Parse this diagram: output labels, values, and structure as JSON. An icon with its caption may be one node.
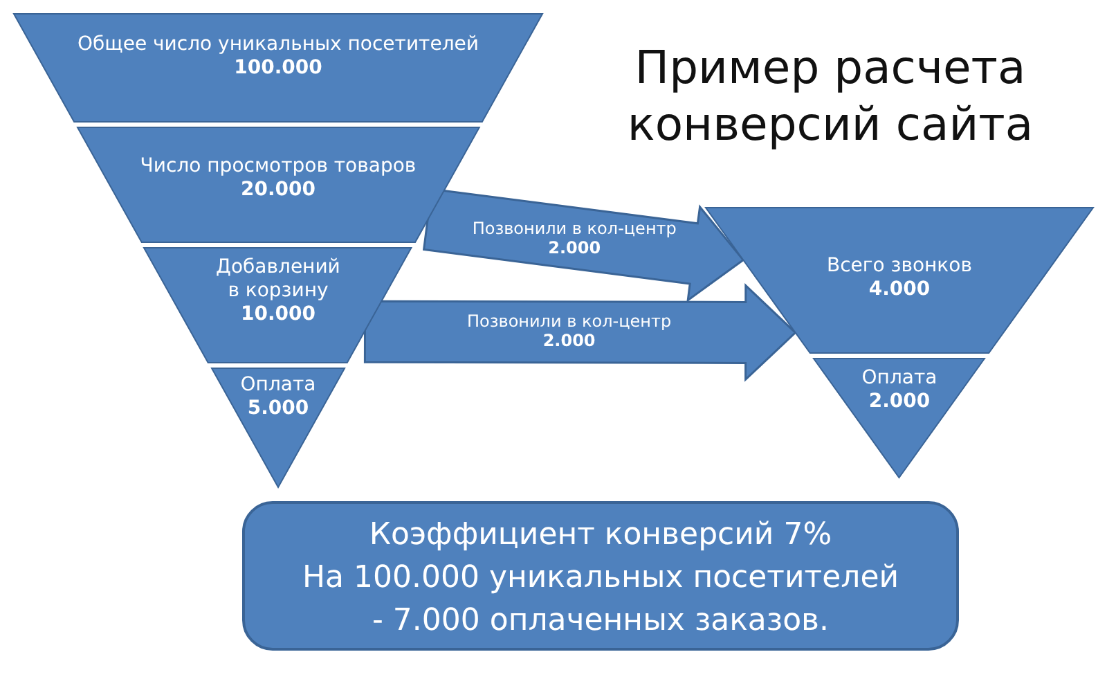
{
  "diagram": {
    "title": "Пример расчета конверсий сайта",
    "nodes": [
      {
        "text": [
          "Общее число уникальных посетителей",
          "100.000"
        ]
      },
      {
        "text": [
          "Число просмотров товаров",
          "20.000"
        ]
      },
      {
        "text": [
          "Добавлений в корзину",
          "10.000"
        ]
      },
      {
        "text": [
          "Оплата",
          "5.000"
        ]
      },
      {
        "text": [
          "Всего звонков",
          "4.000"
        ]
      },
      {
        "text": [
          "Оплата",
          "2.000"
        ]
      },
      {
        "text": [
          "Коэффициент конверсий 7%",
          "На 100.000 уникальных посетителей",
          "- 7.000 оплаченных заказов."
        ]
      }
    ],
    "edges": [
      {
        "from": 1,
        "to": 4,
        "arrow": "to",
        "label": "Позвонили в кол-центр **2.000**",
        "style": "thick"
      },
      {
        "from": 2,
        "to": 4,
        "arrow": "to",
        "label": "Позвонили в кол-центр **2.000**",
        "style": "thick"
      }
    ]
  }
}
